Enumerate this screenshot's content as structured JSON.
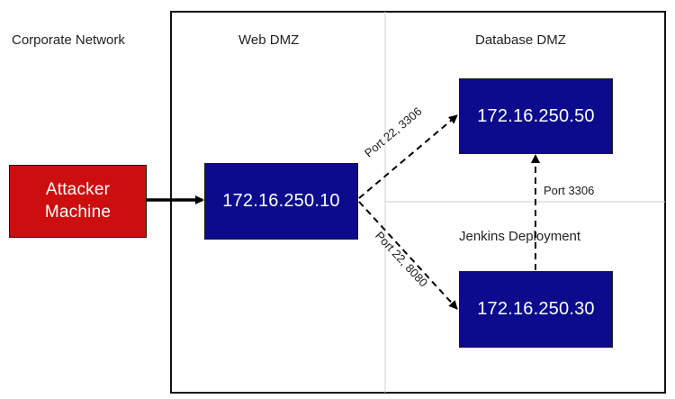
{
  "zones": {
    "corporate": "Corporate Network",
    "web_dmz": "Web DMZ",
    "database_dmz": "Database DMZ",
    "jenkins": "Jenkins Deployment"
  },
  "nodes": {
    "attacker": {
      "line1": "Attacker",
      "line2": "Machine"
    },
    "web_server": "172.16.250.10",
    "db_server": "172.16.250.50",
    "jenkins_server": "172.16.250.30"
  },
  "edges": {
    "web_to_db": "Port 22, 3306",
    "web_to_jenkins": "Port 22, 8080",
    "jenkins_to_db": "Port 3306"
  },
  "colors": {
    "attacker": "#cc0e0e",
    "host": "#0b0b8c"
  }
}
